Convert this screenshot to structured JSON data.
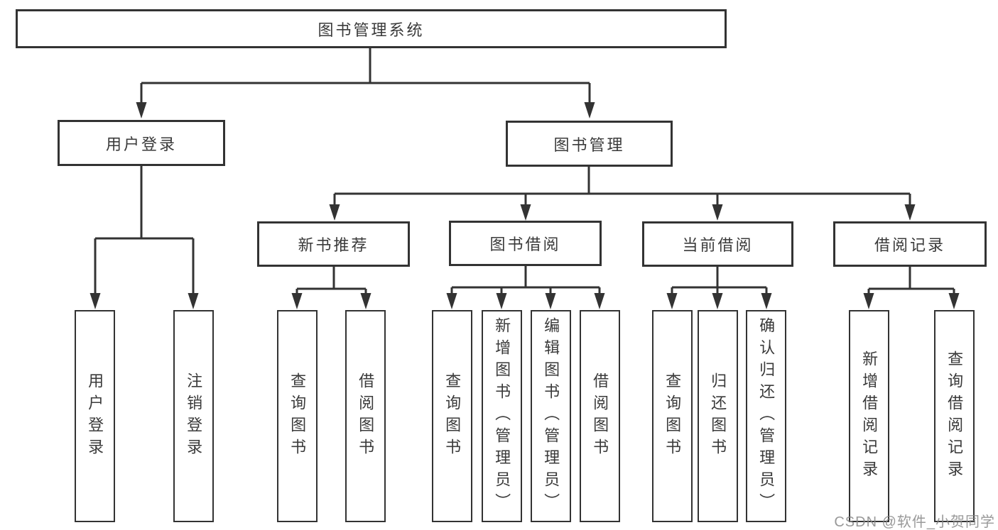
{
  "diagram": {
    "root": {
      "label": "图书管理系统"
    },
    "level2": [
      {
        "label": "用户登录"
      },
      {
        "label": "图书管理"
      }
    ],
    "level3": [
      {
        "label": "新书推荐",
        "parent": "图书管理"
      },
      {
        "label": "图书借阅",
        "parent": "图书管理"
      },
      {
        "label": "当前借阅",
        "parent": "图书管理"
      },
      {
        "label": "借阅记录",
        "parent": "图书管理"
      }
    ],
    "leaves": [
      {
        "label": "用户登录",
        "parent": "用户登录"
      },
      {
        "label": "注销登录",
        "parent": "用户登录"
      },
      {
        "label": "查询图书",
        "parent": "新书推荐"
      },
      {
        "label": "借阅图书",
        "parent": "新书推荐"
      },
      {
        "label": "查询图书",
        "parent": "图书借阅"
      },
      {
        "label": "新增图书（管理员）",
        "parent": "图书借阅"
      },
      {
        "label": "编辑图书（管理员）",
        "parent": "图书借阅"
      },
      {
        "label": "借阅图书",
        "parent": "图书借阅"
      },
      {
        "label": "查询图书",
        "parent": "当前借阅"
      },
      {
        "label": "归还图书",
        "parent": "当前借阅"
      },
      {
        "label": "确认归还（管理员）",
        "parent": "当前借阅"
      },
      {
        "label": "新增借阅记录",
        "parent": "借阅记录"
      },
      {
        "label": "查询借阅记录",
        "parent": "借阅记录"
      }
    ]
  },
  "watermark": {
    "text": "CSDN @软件_小贺同学"
  },
  "colors": {
    "line": "#333333",
    "box_border": "#333333",
    "text": "#3a3a3a",
    "watermark": "#878787",
    "background": "#ffffff"
  }
}
